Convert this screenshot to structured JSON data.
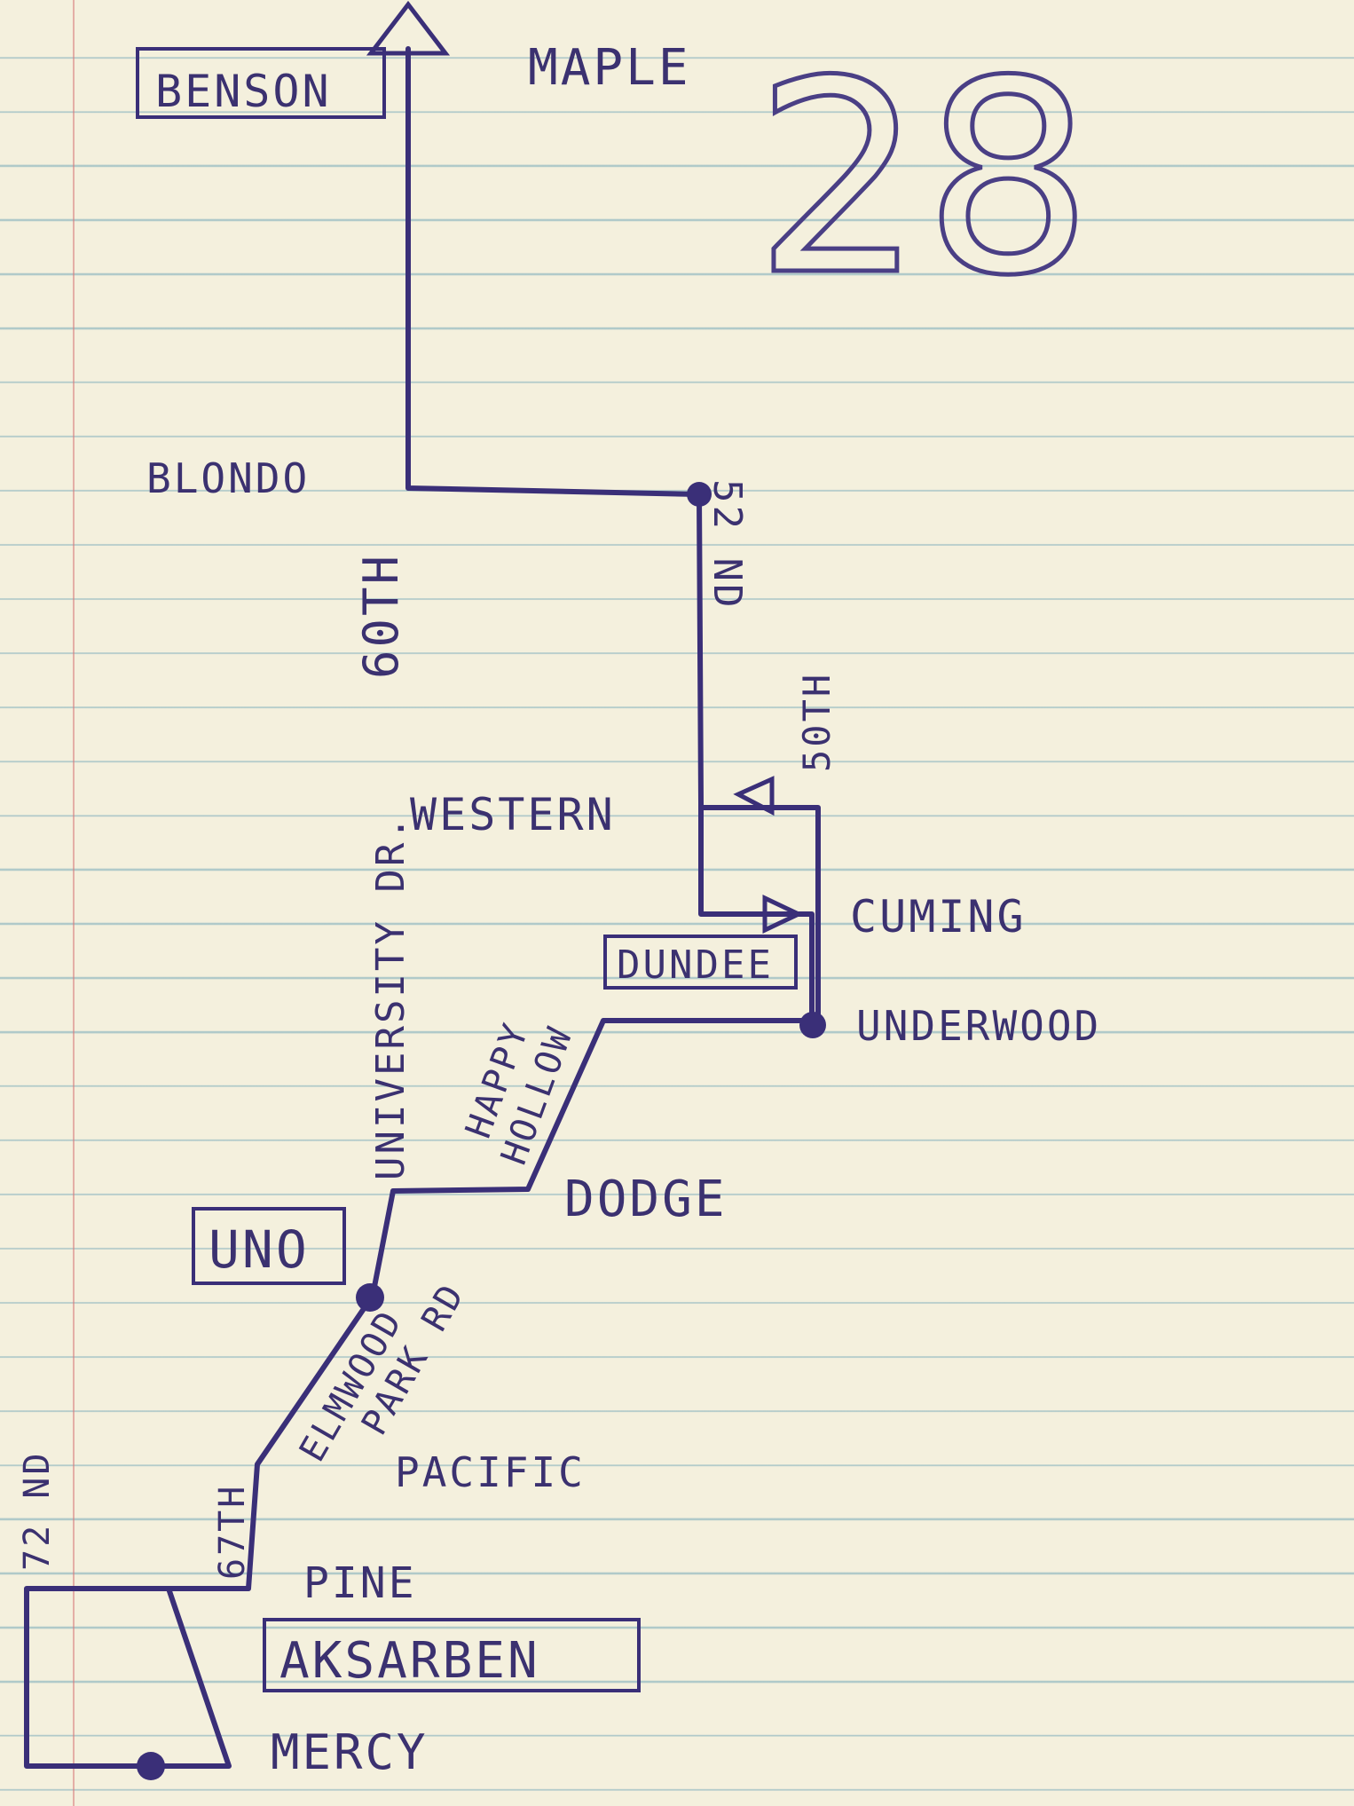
{
  "route_number": "28",
  "colors": {
    "ink": "#3a2f78",
    "paper": "#f4f0dd",
    "rule": "#78aab9",
    "margin": "#d77878"
  },
  "labels": {
    "benson": "BENSON",
    "maple": "MAPLE",
    "blondo": "BLONDO",
    "sixtieth": "60TH",
    "fiftysecond": "52 ND",
    "fiftieth": "50TH",
    "western": "WESTERN",
    "cuming": "CUMING",
    "dundee": "DUNDEE",
    "underwood": "UNDERWOOD",
    "university_dr": "UNIVERSITY DR.",
    "happy": "HAPPY",
    "hollow": "HOLLOW",
    "dodge": "DODGE",
    "uno": "UNO",
    "elmwood": "ELMWOOD",
    "park_rd": "PARK RD",
    "pacific": "PACIFIC",
    "sixtyseventh": "67TH",
    "seventysecond": "72 ND",
    "pine": "PINE",
    "aksarben": "AKSARBEN",
    "mercy": "MERCY"
  },
  "icons": {
    "north_arrow": "triangle-arrow-icon",
    "direction_arrow": "triangle-arrow-icon",
    "stop": "filled-circle-icon"
  }
}
